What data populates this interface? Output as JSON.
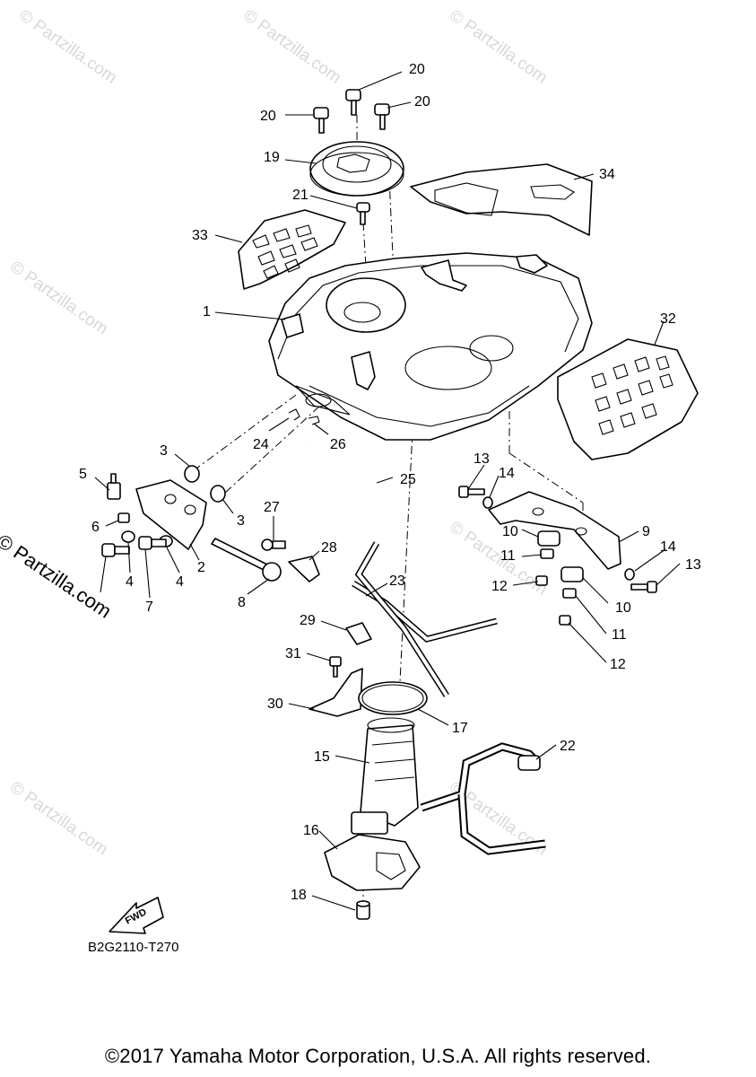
{
  "diagram": {
    "code": "B2G2110-T270",
    "fwd_label": "FWD",
    "copyright": "©2017 Yamaha Motor Corporation, U.S.A. All rights reserved.",
    "side_watermark": "© Partzilla.com",
    "watermark": "© Partzilla.com"
  },
  "callouts": {
    "n1": "1",
    "n2": "2",
    "n3a": "3",
    "n3b": "3",
    "n4a": "4",
    "n4b": "4",
    "n5": "5",
    "n6": "6",
    "n7": "7",
    "n8": "8",
    "n9": "9",
    "n10a": "10",
    "n10b": "10",
    "n11a": "11",
    "n11b": "11",
    "n12a": "12",
    "n12b": "12",
    "n13a": "13",
    "n13b": "13",
    "n14a": "14",
    "n14b": "14",
    "n15": "15",
    "n16": "16",
    "n17": "17",
    "n18": "18",
    "n19": "19",
    "n20a": "20",
    "n20b": "20",
    "n20c": "20",
    "n21": "21",
    "n22": "22",
    "n23": "23",
    "n24": "24",
    "n25": "25",
    "n26": "26",
    "n27": "27",
    "n28": "28",
    "n29": "29",
    "n30": "30",
    "n31": "31",
    "n32": "32",
    "n33": "33",
    "n34": "34"
  }
}
